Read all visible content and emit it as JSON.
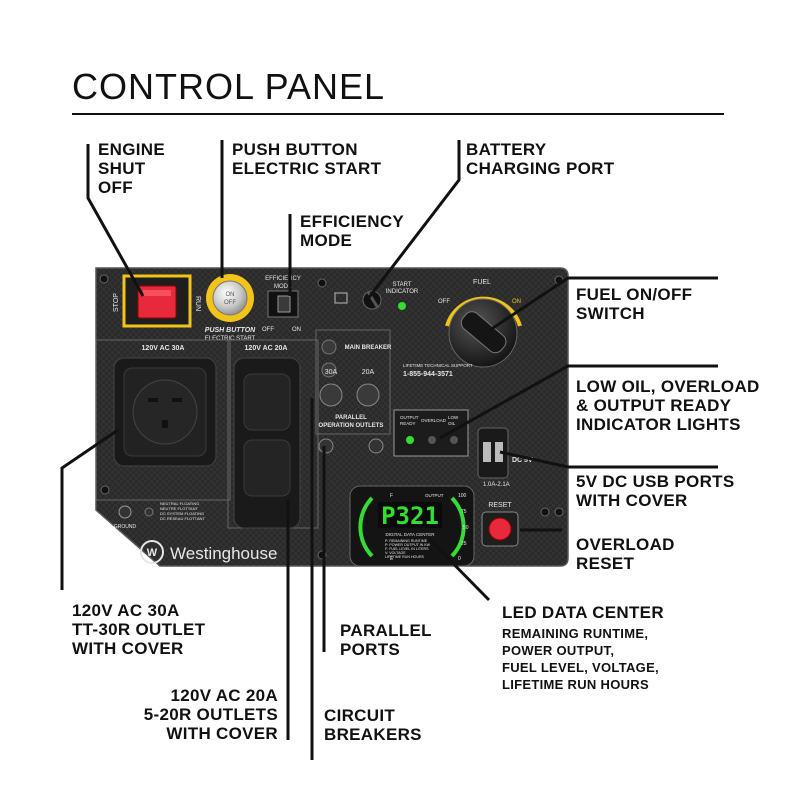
{
  "title": "CONTROL PANEL",
  "callouts": {
    "engine_shutoff": "ENGINE\nSHUT\nOFF",
    "push_button": "PUSH BUTTON\nELECTRIC START",
    "battery": "BATTERY\nCHARGING PORT",
    "efficiency": "EFFICIENCY\nMODE",
    "fuel_switch": "FUEL ON/OFF\nSWITCH",
    "indicator_lights": "LOW OIL, OVERLOAD\n& OUTPUT READY\nINDICATOR LIGHTS",
    "usb": "5V DC USB PORTS\nWITH COVER",
    "overload_reset": "OVERLOAD\nRESET",
    "led_title": "LED DATA CENTER",
    "led_sub": "REMAINING RUNTIME,\nPOWER OUTPUT,\nFUEL LEVEL, VOLTAGE,\nLIFETIME RUN HOURS",
    "outlet_30a": "120V AC 30A\nTT-30R OUTLET\nWITH COVER",
    "parallel": "PARALLEL\nPORTS",
    "outlets_20a": "120V AC 20A\n5-20R OUTLETS\nWITH COVER",
    "breakers": "CIRCUIT\nBREAKERS"
  },
  "panel": {
    "stop": "STOP",
    "run": "RUN",
    "on_off": "ON\nOFF",
    "push_button": "PUSH BUTTON",
    "electric_start": "ELECTRIC START",
    "efficiency": "EFFICIENCY",
    "mode": "MODE",
    "eff_off": "OFF",
    "eff_on": "ON",
    "start_indicator_1": "START",
    "start_indicator_2": "INDICATOR",
    "fuel": "FUEL",
    "fuel_off": "OFF",
    "fuel_on": "ON",
    "ac30": "120V AC 30A",
    "ac20": "120V AC 20A",
    "main_breaker": "MAIN BREAKER",
    "b30": "30A",
    "b20": "20A",
    "support_1": "LIFETIME TECHNICAL SUPPORT",
    "support_phone": "1-855-944-3571",
    "parallel_1": "PARALLEL",
    "parallel_2": "OPERATION OUTLETS",
    "ind_output": "OUTPUT",
    "ind_ready": "READY",
    "ind_overload": "OVERLOAD",
    "ind_low": "LOW",
    "ind_oil": "OIL",
    "dc5v": "DC 5V",
    "usb_rating": "1.0A-2.1A",
    "reset": "RESET",
    "ground": "GROUND",
    "neutral_1": "NEUTRAL FLOATING",
    "neutral_2": "NEUTRE FLOTTANT",
    "dc_system_1": "DC SYSTEM FLOATING",
    "dc_system_2": "DC RÉSEAU FLOTTANT",
    "brand": "Westinghouse",
    "display": "P321",
    "ddc_title": "DIGITAL DATA CENTER",
    "ddc_lines": [
      "P: REMAINING RUNTIME",
      "P: POWER OUTPUT IN KW",
      "F: FUEL LEVEL IN LITERS",
      "V: VOLTAGE",
      "LIFETIME RUN HOURS"
    ],
    "scale": [
      "100",
      "75",
      "50",
      "25",
      "0"
    ],
    "ddc_f": "F",
    "ddc_e": "E",
    "ddc_output": "OUTPUT"
  },
  "colors": {
    "panel": "#2b2b2b",
    "yellow": "#f0c419",
    "red_switch": "#e8293b",
    "green_led": "#33dd33",
    "line": "#111111"
  }
}
